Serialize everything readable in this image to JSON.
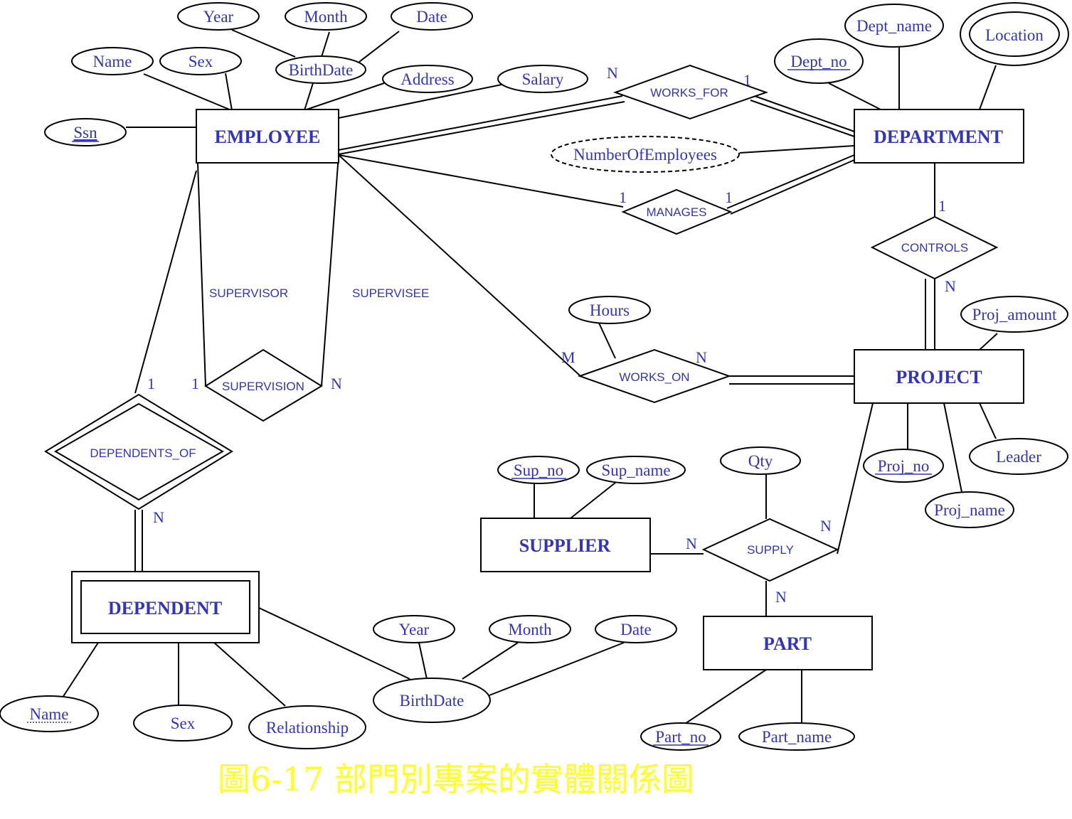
{
  "entities": {
    "employee": "EMPLOYEE",
    "department": "DEPARTMENT",
    "project": "PROJECT",
    "supplier": "SUPPLIER",
    "part": "PART",
    "dependent": "DEPENDENT"
  },
  "relationships": {
    "works_for": "WORKS_FOR",
    "manages": "MANAGES",
    "controls": "CONTROLS",
    "works_on": "WORKS_ON",
    "supervision": "SUPERVISION",
    "dependents_of": "DEPENDENTS_OF",
    "supply": "SUPPLY"
  },
  "attributes": {
    "emp_year": "Year",
    "emp_month": "Month",
    "emp_date": "Date",
    "emp_name": "Name",
    "emp_sex": "Sex",
    "emp_birthdate": "BirthDate",
    "emp_address": "Address",
    "emp_salary": "Salary",
    "emp_ssn": "Ssn",
    "dept_name": "Dept_name",
    "dept_no": "Dept_no",
    "dept_location": "Location",
    "dept_num_employees": "NumberOfEmployees",
    "hours": "Hours",
    "proj_amount": "Proj_amount",
    "proj_no": "Proj_no",
    "proj_name": "Proj_name",
    "leader": "Leader",
    "sup_no": "Sup_no",
    "sup_name": "Sup_name",
    "qty": "Qty",
    "part_no": "Part_no",
    "part_name": "Part_name",
    "dep_name": "Name",
    "dep_sex": "Sex",
    "dep_relationship": "Relationship",
    "dep_birthdate": "BirthDate",
    "dep_year": "Year",
    "dep_month": "Month",
    "dep_date": "Date"
  },
  "roles": {
    "supervisor": "SUPERVISOR",
    "supervisee": "SUPERVISEE"
  },
  "cardinalities": {
    "works_for_emp": "N",
    "works_for_dept": "1",
    "manages_emp": "1",
    "manages_dept": "1",
    "controls_dept": "1",
    "controls_proj": "N",
    "works_on_emp": "M",
    "works_on_proj": "N",
    "supervision_supervisor": "1",
    "supervision_supervisee": "N",
    "dependents_of_emp": "1",
    "dependents_of_dep": "N",
    "supply_supplier": "N",
    "supply_project": "N",
    "supply_part": "N"
  },
  "caption": "圖6-17 部門別專案的實體關係圖",
  "colors": {
    "text": "#3333bb",
    "lines": "#000000",
    "caption": "#ffff22"
  }
}
